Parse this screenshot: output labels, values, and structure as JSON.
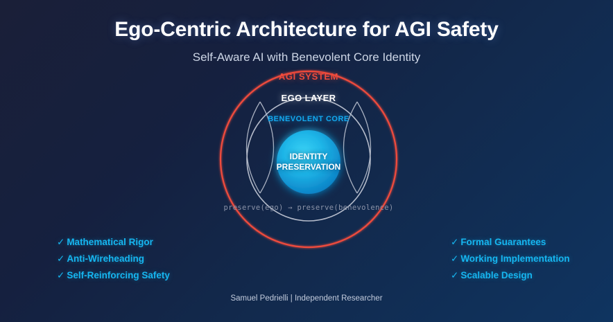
{
  "header": {
    "title": "Ego-Centric Architecture for AGI Safety",
    "subtitle": "Self-Aware AI with Benevolent Core Identity"
  },
  "diagram": {
    "outer_ring_label": "AGI SYSTEM",
    "middle_ring_label": "EGO LAYER",
    "inner_ring_label": "BENEVOLENT CORE",
    "core_line1": "IDENTITY",
    "core_line2": "PRESERVATION",
    "formula": "preserve(ego) → preserve(benevolence)",
    "colors": {
      "outer_ring": "#ef4b3c",
      "middle_ring": "#c3c9d6",
      "inner_ring_label": "#13a9f0",
      "core_fill_light": "#29c8f0",
      "core_fill_dark": "#0d82c8"
    }
  },
  "features_left": [
    {
      "check": "✓",
      "label": "Mathematical Rigor"
    },
    {
      "check": "✓",
      "label": "Anti-Wireheading"
    },
    {
      "check": "✓",
      "label": "Self-Reinforcing Safety"
    }
  ],
  "features_right": [
    {
      "check": "✓",
      "label": "Formal Guarantees"
    },
    {
      "check": "✓",
      "label": "Working Implementation"
    },
    {
      "check": "✓",
      "label": "Scalable Design"
    }
  ],
  "footer": {
    "credit": "Samuel Pedrielli | Independent Researcher"
  }
}
